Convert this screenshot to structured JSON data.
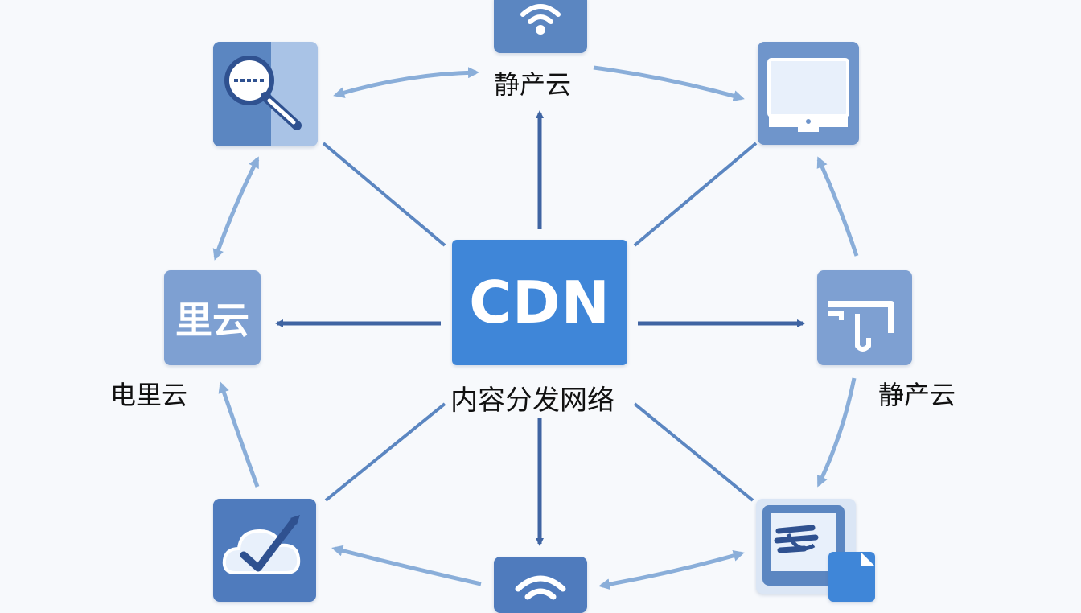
{
  "center": {
    "title": "CDN",
    "subtitle": "内容分发网络"
  },
  "nodes": {
    "top": {
      "label": "静产云",
      "icon": "wifi-icon"
    },
    "top_left": {
      "icon": "search-document-icon"
    },
    "top_right": {
      "icon": "monitor-icon"
    },
    "left": {
      "text": "里云",
      "label": "电里云"
    },
    "right": {
      "label": "静产云",
      "icon": "pipe-icon"
    },
    "bottom_left": {
      "icon": "cloud-check-icon"
    },
    "bottom": {
      "icon": "wifi-icon"
    },
    "bottom_right": {
      "icon": "tablet-document-icon"
    }
  },
  "colors": {
    "center": "#3f86d8",
    "node_mid": "#5b86c1",
    "node_light": "#8fb0db",
    "arrow_dark": "#3f64a2",
    "arrow_light": "#8aaed9"
  }
}
